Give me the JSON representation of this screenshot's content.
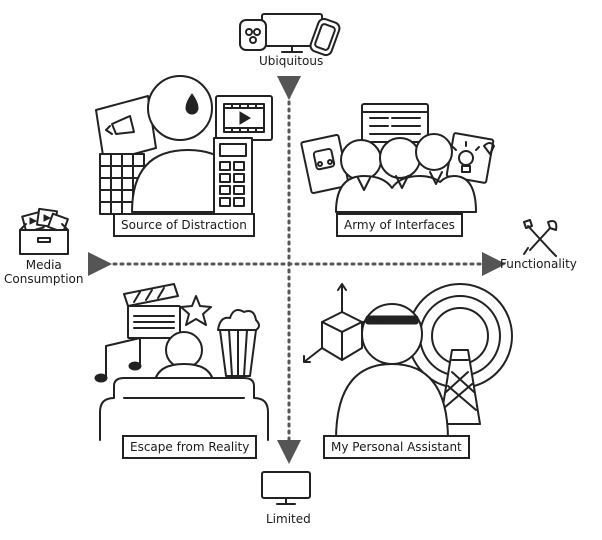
{
  "axes": {
    "top": "Ubiquitous",
    "bottom": "Limited",
    "left": "Media\nConsumption",
    "right": "Functionality"
  },
  "quadrants": {
    "top_left": "Source of Distraction",
    "top_right": "Army of Interfaces",
    "bottom_left": "Escape from Reality",
    "bottom_right": "My Personal Assistant"
  },
  "colors": {
    "stroke": "#222222",
    "axis": "#555555",
    "background": "#ffffff"
  }
}
